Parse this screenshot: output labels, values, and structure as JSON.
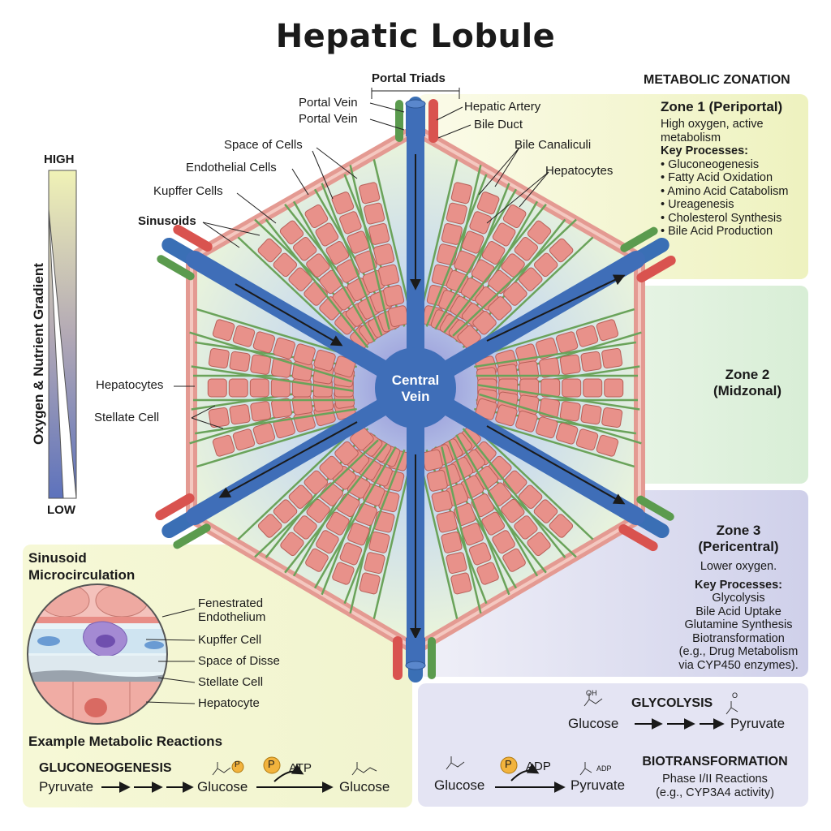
{
  "title": "Hepatic Lobule",
  "labels": {
    "portal_triads": "Portal Triads",
    "portal_vein_1": "Portal Vein",
    "portal_vein_2": "Portal Vein",
    "hepatic_artery": "Hepatic Artery",
    "bile_duct": "Bile Duct",
    "space_of_cells": "Space of Cells",
    "bile_canaliculi": "Bile Canaliculi",
    "endothelial_cells": "Endothelial Cells",
    "hepatocytes_top": "Hepatocytes",
    "kupffer_cells": "Kupffer Cells",
    "sinusoids": "Sinusoids",
    "hepatocytes_left": "Hepatocytes",
    "stellate_cell": "Stellate Cell",
    "central_vein_1": "Central",
    "central_vein_2": "Vein"
  },
  "gradient": {
    "high": "HIGH",
    "low": "LOW",
    "label": "Oxygen & Nutrient Gradient"
  },
  "zonation": {
    "heading": "METABOLIC ZONATION",
    "zone1": {
      "title": "Zone 1 (Periportal)",
      "desc_1": "High oxygen, active",
      "desc_2": "metabolism",
      "key": "Key Processes:",
      "processes": [
        "• Gluconeogenesis",
        "• Fatty Acid Oxidation",
        "• Amino Acid Catabolism",
        "• Ureagenesis",
        "• Cholesterol Synthesis",
        "• Bile Acid Production"
      ]
    },
    "zone2": {
      "title_1": "Zone 2",
      "title_2": "(Midzonal)"
    },
    "zone3": {
      "title_1": "Zone 3",
      "title_2": "(Pericentral)",
      "desc": "Lower oxygen.",
      "key": "Key Processes:",
      "processes": [
        "Glycolysis",
        "Bile Acid Uptake",
        "Glutamine Synthesis",
        "Biotransformation",
        "(e.g., Drug Metabolism",
        "via CYP450 enzymes)."
      ]
    }
  },
  "inset": {
    "title_1": "Sinusoid",
    "title_2": "Microcirculation",
    "labels": [
      "Fenestrated",
      "Endothelium",
      "Kupffer Cell",
      "Space of Disse",
      "Stellate Cell",
      "Hepatocyte"
    ]
  },
  "reactions": {
    "heading": "Example Metabolic Reactions",
    "gluconeogenesis": {
      "name": "GLUCONEOGENESIS",
      "from": "Pyruvate",
      "mid": "Glucose",
      "to": "Glucose",
      "p": "P",
      "atp": "ATP"
    },
    "glycolysis": {
      "name": "GLYCOLYSIS",
      "from": "Glucose",
      "to": "Pyruvate",
      "oh": "OH",
      "o_minus": "O"
    },
    "biotransformation": {
      "name": "BIOTRANSFORMATION",
      "from": "Glucose",
      "to": "Pyruvate",
      "p": "P",
      "adp": "ADP",
      "adp_small": "ADP",
      "line1": "Phase I/II Reactions",
      "line2": "(e.g., CYP3A4 activity)"
    }
  },
  "colors": {
    "portal_vein": "#3a6fb5",
    "hepatic_artery": "#d9534f",
    "bile_duct": "#5b9b4e",
    "hepatocyte": "#e8918a",
    "zone1": "#f1f4c6",
    "zone2": "#dff0dc",
    "zone3": "#dcdcef"
  }
}
